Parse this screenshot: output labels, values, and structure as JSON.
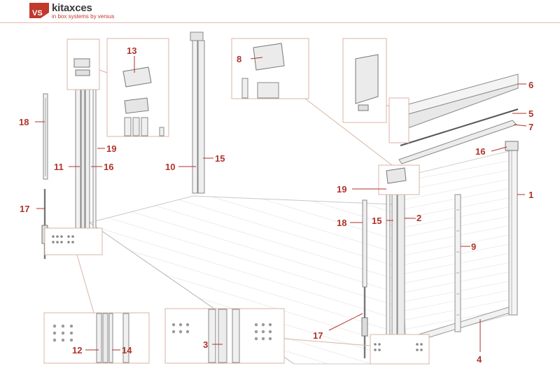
{
  "brand": {
    "name": "kitaxces",
    "tagline": "in box systems by versus",
    "logo_icon": "vs-logo-icon",
    "accent_color": "#c0392b"
  },
  "callouts": {
    "p1": "1",
    "p2": "2",
    "p3": "3",
    "p4": "4",
    "p5": "5",
    "p6": "6",
    "p7": "7",
    "p8": "8",
    "p9": "9",
    "p10": "10",
    "p11": "11",
    "p12": "12",
    "p13": "13",
    "p14": "14",
    "p15_left": "15",
    "p15_right": "15",
    "p16_left": "16",
    "p16_right": "16",
    "p17_left": "17",
    "p17_right": "17",
    "p18_left": "18",
    "p18_right": "18",
    "p19_left": "19",
    "p19_right": "19"
  }
}
